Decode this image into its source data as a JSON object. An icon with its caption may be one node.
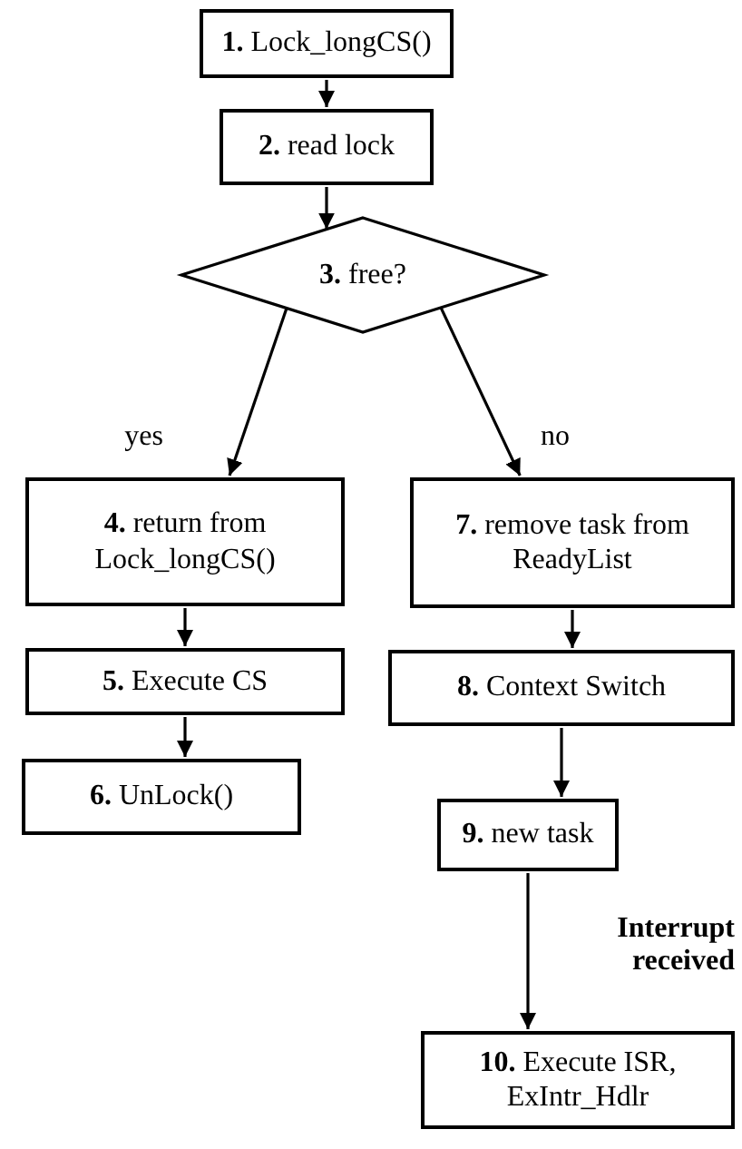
{
  "diagram": {
    "nodes": [
      {
        "text": [
          "**1.** Lock_longCS()"
        ]
      },
      {
        "text": [
          "**2.** read lock"
        ]
      },
      {
        "text": [
          "**3.** free?"
        ]
      },
      {
        "text": [
          "**4.** return from Lock_longCS()"
        ]
      },
      {
        "text": [
          "**7.** remove task from ReadyList"
        ]
      },
      {
        "text": [
          "**5.** Execute CS"
        ]
      },
      {
        "text": [
          "**8.** Context Switch"
        ]
      },
      {
        "text": [
          "**6.** UnLock()"
        ]
      },
      {
        "text": [
          "**9.** new task"
        ]
      },
      {
        "text": [
          "**10.** Execute ISR, ExIntr_Hdlr"
        ]
      }
    ],
    "edges": [
      {
        "from": 0,
        "to": 1,
        "arrow": "to"
      },
      {
        "from": 1,
        "to": 2,
        "arrow": "to"
      },
      {
        "from": 2,
        "to": 3,
        "arrow": "to",
        "label": "yes"
      },
      {
        "from": 2,
        "to": 4,
        "arrow": "to",
        "label": "no"
      },
      {
        "from": 3,
        "to": 5,
        "arrow": "to"
      },
      {
        "from": 5,
        "to": 7,
        "arrow": "to"
      },
      {
        "from": 4,
        "to": 6,
        "arrow": "to"
      },
      {
        "from": 6,
        "to": 8,
        "arrow": "to"
      },
      {
        "from": 8,
        "to": 9,
        "arrow": "to",
        "label": "Interrupt received"
      }
    ]
  }
}
